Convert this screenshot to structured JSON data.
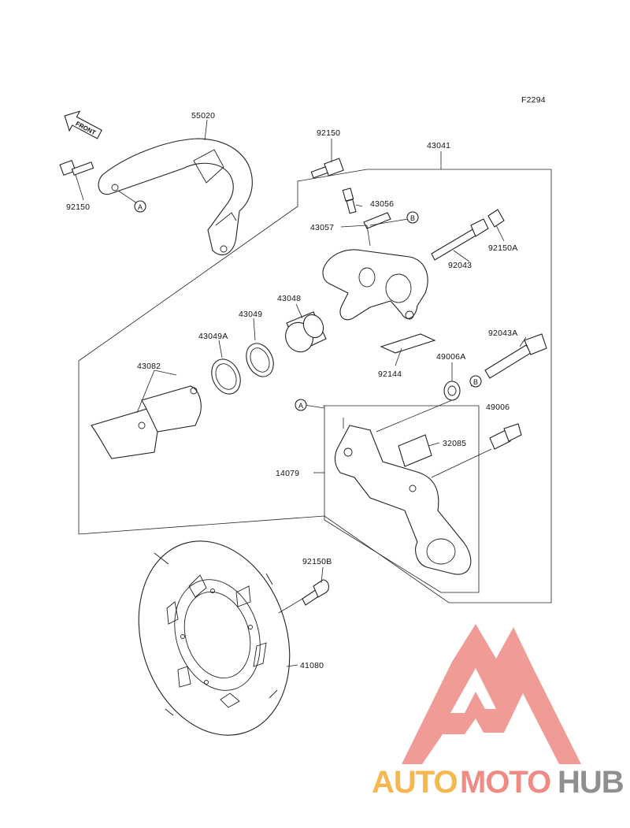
{
  "figure": {
    "code": "F2294",
    "front_label": "FRONT",
    "callouts": {
      "a": "A",
      "b": "B"
    }
  },
  "parts": [
    {
      "id": "p55020",
      "label": "55020"
    },
    {
      "id": "p92150_top",
      "label": "92150"
    },
    {
      "id": "p92150_left",
      "label": "92150"
    },
    {
      "id": "p43041",
      "label": "43041"
    },
    {
      "id": "p43056",
      "label": "43056"
    },
    {
      "id": "p43057",
      "label": "43057"
    },
    {
      "id": "p92043",
      "label": "92043"
    },
    {
      "id": "p92150A",
      "label": "92150A"
    },
    {
      "id": "p43048",
      "label": "43048"
    },
    {
      "id": "p43049",
      "label": "43049"
    },
    {
      "id": "p43049A",
      "label": "43049A"
    },
    {
      "id": "p43082",
      "label": "43082"
    },
    {
      "id": "p92144",
      "label": "92144"
    },
    {
      "id": "p49006A",
      "label": "49006A"
    },
    {
      "id": "p92043A",
      "label": "92043A"
    },
    {
      "id": "p49006",
      "label": "49006"
    },
    {
      "id": "p32085",
      "label": "32085"
    },
    {
      "id": "p14079",
      "label": "14079"
    },
    {
      "id": "p92150B",
      "label": "92150B"
    },
    {
      "id": "p41080",
      "label": "41080"
    }
  ],
  "watermark": {
    "part1": "AUTO",
    "part2": "MOTO",
    "part3": "HUB",
    "colors": {
      "orange": "#f5b74e",
      "red": "#ef8a84",
      "gray": "#8f8f8f"
    }
  }
}
